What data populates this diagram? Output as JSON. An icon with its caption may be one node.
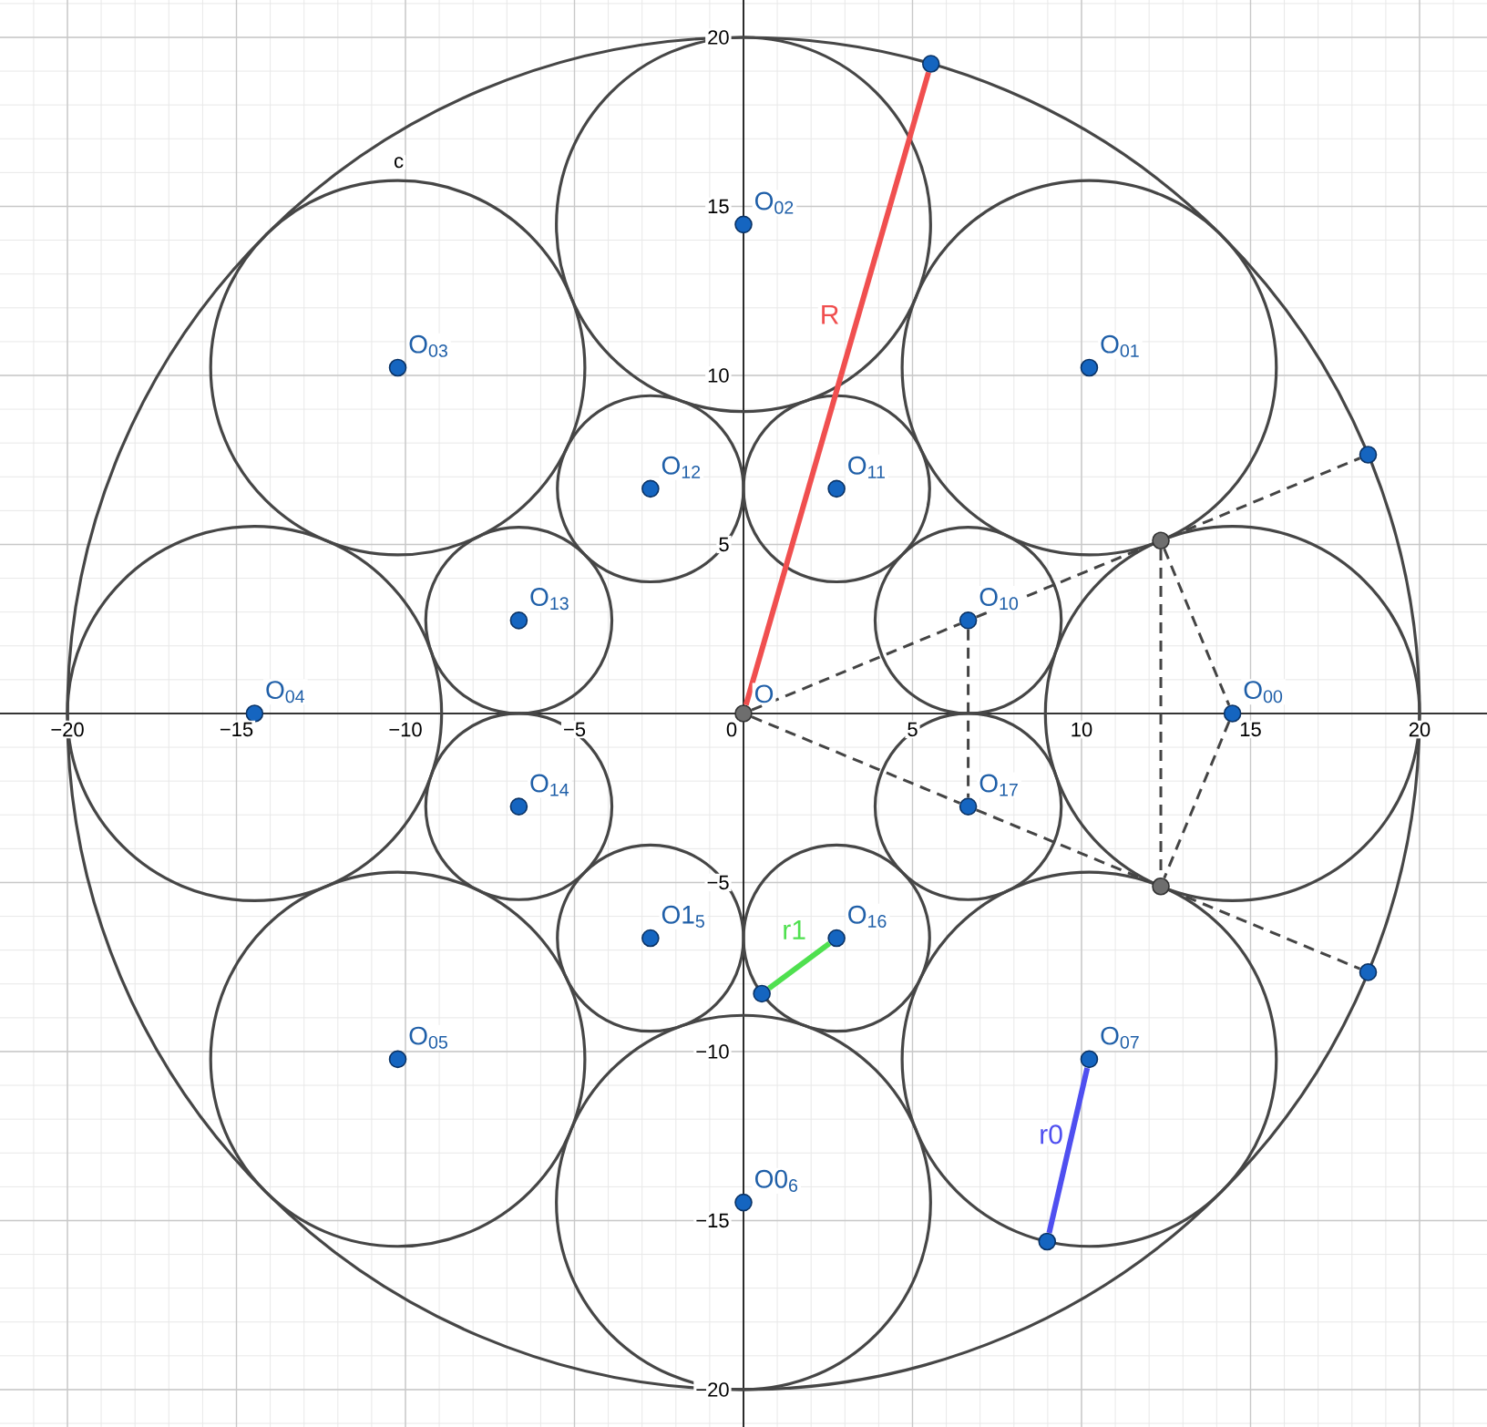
{
  "diagram": {
    "nodes": [
      {
        "text": [],
        "shape": "circle",
        "beside": [
          "O"
        ]
      },
      {
        "text": [],
        "shape": "circle",
        "beside": [
          "O$_{00}$"
        ]
      },
      {
        "text": [],
        "shape": "circle",
        "beside": [
          "O$_{01}$"
        ]
      },
      {
        "text": [],
        "shape": "circle",
        "beside": [
          "O$_{02}$"
        ]
      },
      {
        "text": [],
        "shape": "circle",
        "beside": [
          "O$_{03}$"
        ]
      },
      {
        "text": [],
        "shape": "circle",
        "beside": [
          "O$_{04}$"
        ]
      },
      {
        "text": [],
        "shape": "circle",
        "beside": [
          "O$_{05}$"
        ]
      },
      {
        "text": [],
        "shape": "circle",
        "beside": [
          "O0$_{6}$"
        ]
      },
      {
        "text": [],
        "shape": "circle",
        "beside": [
          "O$_{07}$"
        ]
      },
      {
        "text": [],
        "shape": "circle",
        "beside": [
          "O$_{10}$"
        ]
      },
      {
        "text": [],
        "shape": "circle",
        "beside": [
          "O$_{11}$"
        ]
      },
      {
        "text": [],
        "shape": "circle",
        "beside": [
          "O$_{12}$"
        ]
      },
      {
        "text": [],
        "shape": "circle",
        "beside": [
          "O$_{13}$"
        ]
      },
      {
        "text": [],
        "shape": "circle",
        "beside": [
          "O$_{14}$"
        ]
      },
      {
        "text": [],
        "shape": "circle",
        "beside": [
          "O1$_{5}$"
        ]
      },
      {
        "text": [],
        "shape": "circle",
        "beside": [
          "O$_{16}$"
        ]
      },
      {
        "text": [],
        "shape": "circle",
        "beside": [
          "O$_{17}$"
        ]
      },
      {
        "text": [],
        "shape": "circle"
      },
      {
        "text": [],
        "shape": "circle"
      },
      {
        "text": [],
        "shape": "circle"
      },
      {
        "text": [],
        "shape": "circle"
      },
      {
        "text": [],
        "shape": "circle"
      },
      {
        "text": [],
        "shape": "circle"
      },
      {
        "text": [],
        "shape": "circle"
      }
    ],
    "edges": [
      {
        "from": 0,
        "to": 17,
        "arrow": "none",
        "label": "R",
        "style": "thick",
        "color": "#f04f4f"
      },
      {
        "from": 15,
        "to": 22,
        "arrow": "none",
        "label": "r1",
        "style": "thick",
        "color": "#4fe04f"
      },
      {
        "from": 8,
        "to": 23,
        "arrow": "none",
        "label": "r0",
        "style": "thick",
        "color": "#4f4ff0"
      },
      {
        "from": 0,
        "to": 9,
        "arrow": "none",
        "style": "dashed"
      },
      {
        "from": 9,
        "to": 18,
        "arrow": "none",
        "style": "dashed"
      },
      {
        "from": 18,
        "to": 19,
        "arrow": "none",
        "style": "dashed"
      },
      {
        "from": 0,
        "to": 16,
        "arrow": "none",
        "style": "dashed"
      },
      {
        "from": 16,
        "to": 20,
        "arrow": "none",
        "style": "dashed"
      },
      {
        "from": 20,
        "to": 21,
        "arrow": "none",
        "style": "dashed"
      },
      {
        "from": 18,
        "to": 20,
        "arrow": "none",
        "style": "dashed"
      },
      {
        "from": 18,
        "to": 1,
        "arrow": "none",
        "style": "dashed"
      },
      {
        "from": 1,
        "to": 20,
        "arrow": "none",
        "style": "dashed"
      },
      {
        "from": 9,
        "to": 16,
        "arrow": "none",
        "style": "dashed"
      }
    ],
    "labels": [
      "20",
      "15",
      "c",
      "10",
      "5",
      "−20",
      "−15",
      "−10",
      "−5",
      "0",
      "5",
      "10",
      "15",
      "20",
      "−5",
      "−10",
      "−15",
      "−20"
    ]
  }
}
